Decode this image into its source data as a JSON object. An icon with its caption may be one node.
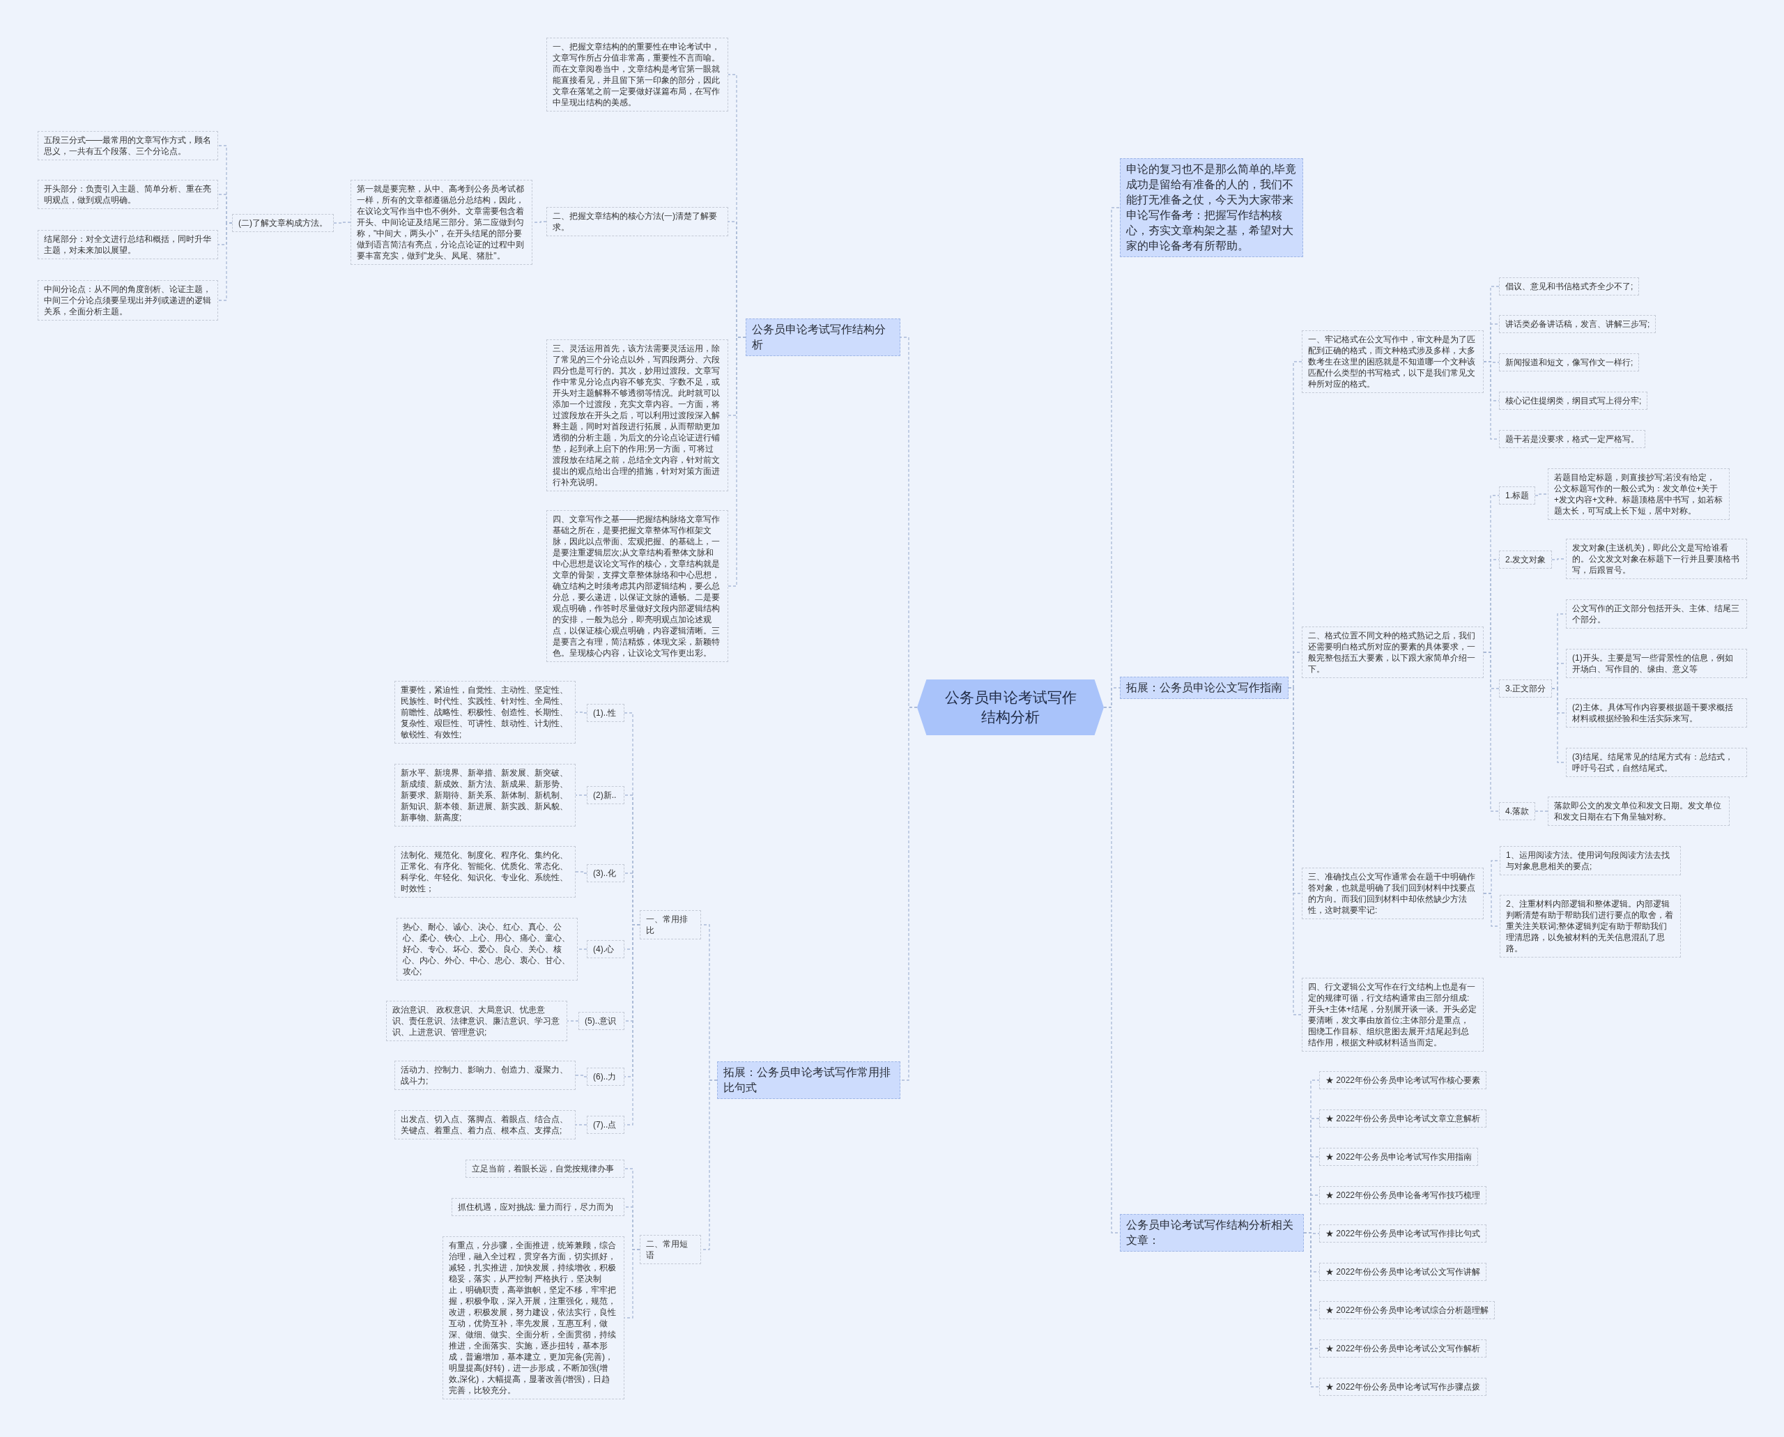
{
  "diagram": {
    "nodes": [
      {
        "text": [
          "公务员申论考试写作结构分析"
        ]
      },
      {
        "text": [
          "公务员申论考试写作结构分析"
        ]
      },
      {
        "text": [
          "一、把握文章结构的的重要性在申论考试中，文章写作所占分值非常高，重要性不言而喻。而在文章阅卷当中，文章结构是考官第一眼就能直接看见，并且留下第一印象的部分，因此文章在落笔之前一定要做好谋篇布局，在写作中呈现出结构的美感。"
        ]
      },
      {
        "text": [
          "二、把握文章结构的核心方法(一)清楚了解要求。"
        ]
      },
      {
        "text": [
          "第一就是要完整，从中、高考到公务员考试都一样，所有的文章都遵循总分总结构，因此，在议论文写作当中也不例外。文章需要包含着开头、中间论证及结尾三部分。第二应做到匀称，\"中间大，两头小\"，在开头结尾的部分要做到语言简洁有亮点，分论点论证的过程中则要丰富充实，做到\"龙头、凤尾、猪肚\"。"
        ]
      },
      {
        "text": [
          "(二)了解文章构成方法。"
        ]
      },
      {
        "text": [
          "五段三分式——最常用的文章写作方式，顾名思义，一共有五个段落、三个分论点。"
        ]
      },
      {
        "text": [
          "开头部分：负责引入主题、简单分析、重在亮明观点，做到观点明确。"
        ]
      },
      {
        "text": [
          "结尾部分：对全文进行总结和概括，同时升华主题，对未来加以展望。"
        ]
      },
      {
        "text": [
          "中间分论点：从不同的角度剖析、论证主题，中间三个分论点须要呈现出并列或递进的逻辑关系，全面分析主题。"
        ]
      },
      {
        "text": [
          "三、灵活运用首先，该方法需要灵活运用，除了常见的三个分论点以外，写四段两分、六段四分也是可行的。其次，妙用过渡段。文章写作中常见分论点内容不够充实、字数不足，或开头对主题解释不够透彻等情况。此时就可以添加一个过渡段，充实文章内容。一方面，将过渡段放在开头之后，可以利用过渡段深入解释主题，同时对首段进行拓展，从而帮助更加透彻的分析主题，为后文的分论点论证进行铺垫，起到承上启下的作用;另一方面，可将过渡段放在结尾之前，总结全文内容，针对前文提出的观点给出合理的措施，针对对策方面进行补充说明。"
        ]
      },
      {
        "text": [
          "四、文章写作之基——把握结构脉络文章写作基础之所在，是要把握文章整体写作框架文脉，因此以点带面、宏观把握、的基础上，一是要注重逻辑层次;从文章结构看整体文脉和中心思想是议论文写作的核心，文章结构就是文章的骨架，支撑文章整体脉络和中心思想，确立结构之时须考虑其内部逻辑结构，要么总分总，要么递进，以保证文脉的通畅。二是要观点明确，作答时尽量做好文段内部逻辑结构的安排，一般为总分，即亮明观点加论述观点，以保证核心观点明确，内容逻辑清晰。三是要言之有理，简洁精炼，体现文采，新颖特色。呈现核心内容，让议论文写作更出彩。"
        ]
      },
      {
        "text": [
          "拓展：公务员申论考试写作常用排比句式"
        ]
      },
      {
        "text": [
          "一、常用排比"
        ]
      },
      {
        "text": [
          "(1)..性"
        ]
      },
      {
        "text": [
          "重要性，紧迫性，自觉性、主动性、坚定性、民族性、时代性、实践性、针对性、全局性、前瞻性、战略性、积极性、创造性、长期性、复杂性、艰巨性、可讲性、鼓动性、计划性、敏锐性、有效性;"
        ]
      },
      {
        "text": [
          "(2)新.."
        ]
      },
      {
        "text": [
          "新水平、新境界、新举措、新发展、新突破、新成绩、新成效、新方法、新成果、新形势、新要求、新期待、新关系、新体制、新机制、新知识、新本领、新进展、新实践、新风貌、新事物、新高度;"
        ]
      },
      {
        "text": [
          "(3)..化"
        ]
      },
      {
        "text": [
          "法制化、规范化、制度化、程序化、集约化、正常化、有序化、智能化、优质化、常态化、科学化、年轻化、知识化、专业化、系统性、时效性；"
        ]
      },
      {
        "text": [
          "(4).心"
        ]
      },
      {
        "text": [
          "热心、耐心、诚心、决心、红心、真心、公心、柔心、铁心、上心、用心、痛心、童心、好心、专心、坏心、爱心、良心、关心、核心、内心、外心、中心、忠心、衷心、甘心、攻心;"
        ]
      },
      {
        "text": [
          "(5)..意识"
        ]
      },
      {
        "text": [
          "政治意识、 政权意识、大局意识、忧患意识、责任意识、法律意识、廉洁意识、学习意识、上进意识、管理意识;"
        ]
      },
      {
        "text": [
          "(6)..力"
        ]
      },
      {
        "text": [
          "活动力、控制力、影响力、创造力、凝聚力、战斗力;"
        ]
      },
      {
        "text": [
          "(7)..点"
        ]
      },
      {
        "text": [
          "出发点、切入点、落脚点、着眼点、结合点、关键点、着重点、着力点、根本点、支撑点;"
        ]
      },
      {
        "text": [
          "二、常用短语"
        ]
      },
      {
        "text": [
          "立足当前，着眼长远，自觉按规律办事"
        ]
      },
      {
        "text": [
          "抓住机遇，应对挑战: 量力而行，尽力而为"
        ]
      },
      {
        "text": [
          "有重点，分步骤，全面推进，统筹兼顾，综合治理，融入全过程，贯穿各方面，切实抓好，减轻，扎实推进，加快发展，持续增收，积极稳妥，落实，从严控制 严格执行，坚决制止，明确职责，高举旗帜，坚定不移，牢牢把握，积极争取，深入开展，注重强化，规范，改进，积极发展，努力建设，依法实行，良性互动，优势互补，率先发展，互惠互利，做深、做细、做实、全面分析，全面贯彻，持续推进，全面落实、实施，逐步扭转，基本形成，普遍增加，基本建立，更加完备(完善)，明显提高(好转)，进一步形成，不断加强(增效,深化)，大幅提高，显著改善(增强)，日趋完善，比较充分。"
        ]
      },
      {
        "text": [
          "申论的复习也不是那么简单的,毕竟成功是留给有准备的人的，我们不能打无准备之仗，今天为大家带来申论写作备考：把握写作结构核心，夯实文章构架之基，希望对大家的申论备考有所帮助。"
        ]
      },
      {
        "text": [
          "拓展：公务员申论公文写作指南"
        ]
      },
      {
        "text": [
          "一、牢记格式在公文写作中，审文种是为了匹配到正确的格式，而文种格式涉及多样，大多数考生在这里的困惑就是不知道哪一个文种该匹配什么类型的书写格式，以下是我们常见文种所对应的格式。"
        ]
      },
      {
        "text": [
          "倡议、意见和书信格式齐全少不了;"
        ]
      },
      {
        "text": [
          "讲话类必备讲话稿，发言、讲解三步写;"
        ]
      },
      {
        "text": [
          "新闻报道和短文，像写作文一样行;"
        ]
      },
      {
        "text": [
          "核心记住提纲类，纲目式写上得分牢;"
        ]
      },
      {
        "text": [
          "题干若是没要求，格式一定严格写。"
        ]
      },
      {
        "text": [
          "二、格式位置不同文种的格式熟记之后，我们还需要明白格式所对应的要素的具体要求，一般完整包括五大要素，以下跟大家简单介绍一下。"
        ]
      },
      {
        "text": [
          "1.标题"
        ]
      },
      {
        "text": [
          "若题目给定标题，则直接抄写;若没有给定，公文标题写作的一般公式为：发文单位+关于+发文内容+文种。标题顶格居中书写，如若标题太长，可写成上长下短，居中对称。"
        ]
      },
      {
        "text": [
          "2.发文对象"
        ]
      },
      {
        "text": [
          "发文对象(主送机关)，即此公文是写给谁看的。公文发文对象在标题下一行并且要顶格书写，后跟冒号。"
        ]
      },
      {
        "text": [
          "3.正文部分"
        ]
      },
      {
        "text": [
          "公文写作的正文部分包括开头、主体、结尾三个部分。"
        ]
      },
      {
        "text": [
          "(1)开头。主要是写一些背景性的信息，例如开场白、写作目的、缘由、意义等"
        ]
      },
      {
        "text": [
          "(2)主体。具体写作内容要根据题干要求概括材料或根据经验和生活实际来写。"
        ]
      },
      {
        "text": [
          "(3)结尾。结尾常见的结尾方式有：总结式，呼吁号召式，自然结尾式。"
        ]
      },
      {
        "text": [
          "4.落款"
        ]
      },
      {
        "text": [
          "落款即公文的发文单位和发文日期。发文单位和发文日期在右下角呈轴对称。"
        ]
      },
      {
        "text": [
          "三、准确找点公文写作通常会在题干中明确作答对象，也就是明确了我们回到材料中找要点的方向。而我们回到材料中却依然缺少方法性，这时就要牢记:"
        ]
      },
      {
        "text": [
          "1、运用阅读方法。使用词句段阅读方法去找与对象息息相关的要点;"
        ]
      },
      {
        "text": [
          "2、注重材料内部逻辑和整体逻辑。内部逻辑判断清楚有助于帮助我们进行要点的取舍，着重关注关联词;整体逻辑判定有助于帮助我们理清思路，以免被材料的无关信息混乱了思路。"
        ]
      },
      {
        "text": [
          "四、行文逻辑公文写作在行文结构上也是有一定的规律可循，行文结构通常由三部分组成:开头+主体+结尾，分别展开谈一谈。开头必定要清晰，发文事由放首位;主体部分是重点，围绕工作目标、组织意图去展开;结尾起到总结作用，根据文种或材料适当而定。"
        ]
      },
      {
        "text": [
          "公务员申论考试写作结构分析相关文章："
        ]
      },
      {
        "text": [
          "★ 2022年份公务员申论考试写作核心要素"
        ]
      },
      {
        "text": [
          "★ 2022年份公务员申论考试文章立意解析"
        ]
      },
      {
        "text": [
          "★ 2022年公务员申论考试写作实用指南"
        ]
      },
      {
        "text": [
          "★ 2022年份公务员申论备考写作技巧梳理"
        ]
      },
      {
        "text": [
          "★ 2022年份公务员申论考试写作排比句式"
        ]
      },
      {
        "text": [
          "★ 2022年份公务员申论考试公文写作讲解"
        ]
      },
      {
        "text": [
          "★ 2022年份公务员申论考试综合分析题理解"
        ]
      },
      {
        "text": [
          "★ 2022年份公务员申论考试公文写作解析"
        ]
      },
      {
        "text": [
          "★ 2022年份公务员申论考试写作步骤点拨"
        ]
      }
    ],
    "edges": [
      {
        "from": 0,
        "to": 1,
        "arrow": "none"
      },
      {
        "from": 1,
        "to": 2,
        "arrow": "none"
      },
      {
        "from": 1,
        "to": 3,
        "arrow": "none"
      },
      {
        "from": 3,
        "to": 4,
        "arrow": "none"
      },
      {
        "from": 4,
        "to": 5,
        "arrow": "none"
      },
      {
        "from": 5,
        "to": 6,
        "arrow": "none"
      },
      {
        "from": 5,
        "to": 7,
        "arrow": "none"
      },
      {
        "from": 5,
        "to": 8,
        "arrow": "none"
      },
      {
        "from": 5,
        "to": 9,
        "arrow": "none"
      },
      {
        "from": 1,
        "to": 10,
        "arrow": "none"
      },
      {
        "from": 1,
        "to": 11,
        "arrow": "none"
      },
      {
        "from": 0,
        "to": 12,
        "arrow": "none"
      },
      {
        "from": 12,
        "to": 13,
        "arrow": "none"
      },
      {
        "from": 13,
        "to": 14,
        "arrow": "none"
      },
      {
        "from": 14,
        "to": 15,
        "arrow": "none"
      },
      {
        "from": 13,
        "to": 16,
        "arrow": "none"
      },
      {
        "from": 16,
        "to": 17,
        "arrow": "none"
      },
      {
        "from": 13,
        "to": 18,
        "arrow": "none"
      },
      {
        "from": 18,
        "to": 19,
        "arrow": "none"
      },
      {
        "from": 13,
        "to": 20,
        "arrow": "none"
      },
      {
        "from": 20,
        "to": 21,
        "arrow": "none"
      },
      {
        "from": 13,
        "to": 22,
        "arrow": "none"
      },
      {
        "from": 22,
        "to": 23,
        "arrow": "none"
      },
      {
        "from": 13,
        "to": 24,
        "arrow": "none"
      },
      {
        "from": 24,
        "to": 25,
        "arrow": "none"
      },
      {
        "from": 13,
        "to": 26,
        "arrow": "none"
      },
      {
        "from": 26,
        "to": 27,
        "arrow": "none"
      },
      {
        "from": 12,
        "to": 28,
        "arrow": "none"
      },
      {
        "from": 28,
        "to": 29,
        "arrow": "none"
      },
      {
        "from": 28,
        "to": 30,
        "arrow": "none"
      },
      {
        "from": 28,
        "to": 31,
        "arrow": "none"
      },
      {
        "from": 0,
        "to": 32,
        "arrow": "none"
      },
      {
        "from": 0,
        "to": 33,
        "arrow": "none"
      },
      {
        "from": 33,
        "to": 34,
        "arrow": "none"
      },
      {
        "from": 34,
        "to": 35,
        "arrow": "none"
      },
      {
        "from": 34,
        "to": 36,
        "arrow": "none"
      },
      {
        "from": 34,
        "to": 37,
        "arrow": "none"
      },
      {
        "from": 34,
        "to": 38,
        "arrow": "none"
      },
      {
        "from": 34,
        "to": 39,
        "arrow": "none"
      },
      {
        "from": 33,
        "to": 40,
        "arrow": "none"
      },
      {
        "from": 40,
        "to": 41,
        "arrow": "none"
      },
      {
        "from": 41,
        "to": 42,
        "arrow": "none"
      },
      {
        "from": 40,
        "to": 43,
        "arrow": "none"
      },
      {
        "from": 43,
        "to": 44,
        "arrow": "none"
      },
      {
        "from": 40,
        "to": 45,
        "arrow": "none"
      },
      {
        "from": 45,
        "to": 46,
        "arrow": "none"
      },
      {
        "from": 45,
        "to": 47,
        "arrow": "none"
      },
      {
        "from": 45,
        "to": 48,
        "arrow": "none"
      },
      {
        "from": 45,
        "to": 49,
        "arrow": "none"
      },
      {
        "from": 40,
        "to": 50,
        "arrow": "none"
      },
      {
        "from": 50,
        "to": 51,
        "arrow": "none"
      },
      {
        "from": 33,
        "to": 52,
        "arrow": "none"
      },
      {
        "from": 52,
        "to": 53,
        "arrow": "none"
      },
      {
        "from": 52,
        "to": 54,
        "arrow": "none"
      },
      {
        "from": 33,
        "to": 55,
        "arrow": "none"
      },
      {
        "from": 0,
        "to": 56,
        "arrow": "none"
      },
      {
        "from": 56,
        "to": 57,
        "arrow": "none"
      },
      {
        "from": 56,
        "to": 58,
        "arrow": "none"
      },
      {
        "from": 56,
        "to": 59,
        "arrow": "none"
      },
      {
        "from": 56,
        "to": 60,
        "arrow": "none"
      },
      {
        "from": 56,
        "to": 61,
        "arrow": "none"
      },
      {
        "from": 56,
        "to": 62,
        "arrow": "none"
      },
      {
        "from": 56,
        "to": 63,
        "arrow": "none"
      },
      {
        "from": 56,
        "to": 64,
        "arrow": "none"
      },
      {
        "from": 56,
        "to": 65,
        "arrow": "none"
      }
    ]
  }
}
